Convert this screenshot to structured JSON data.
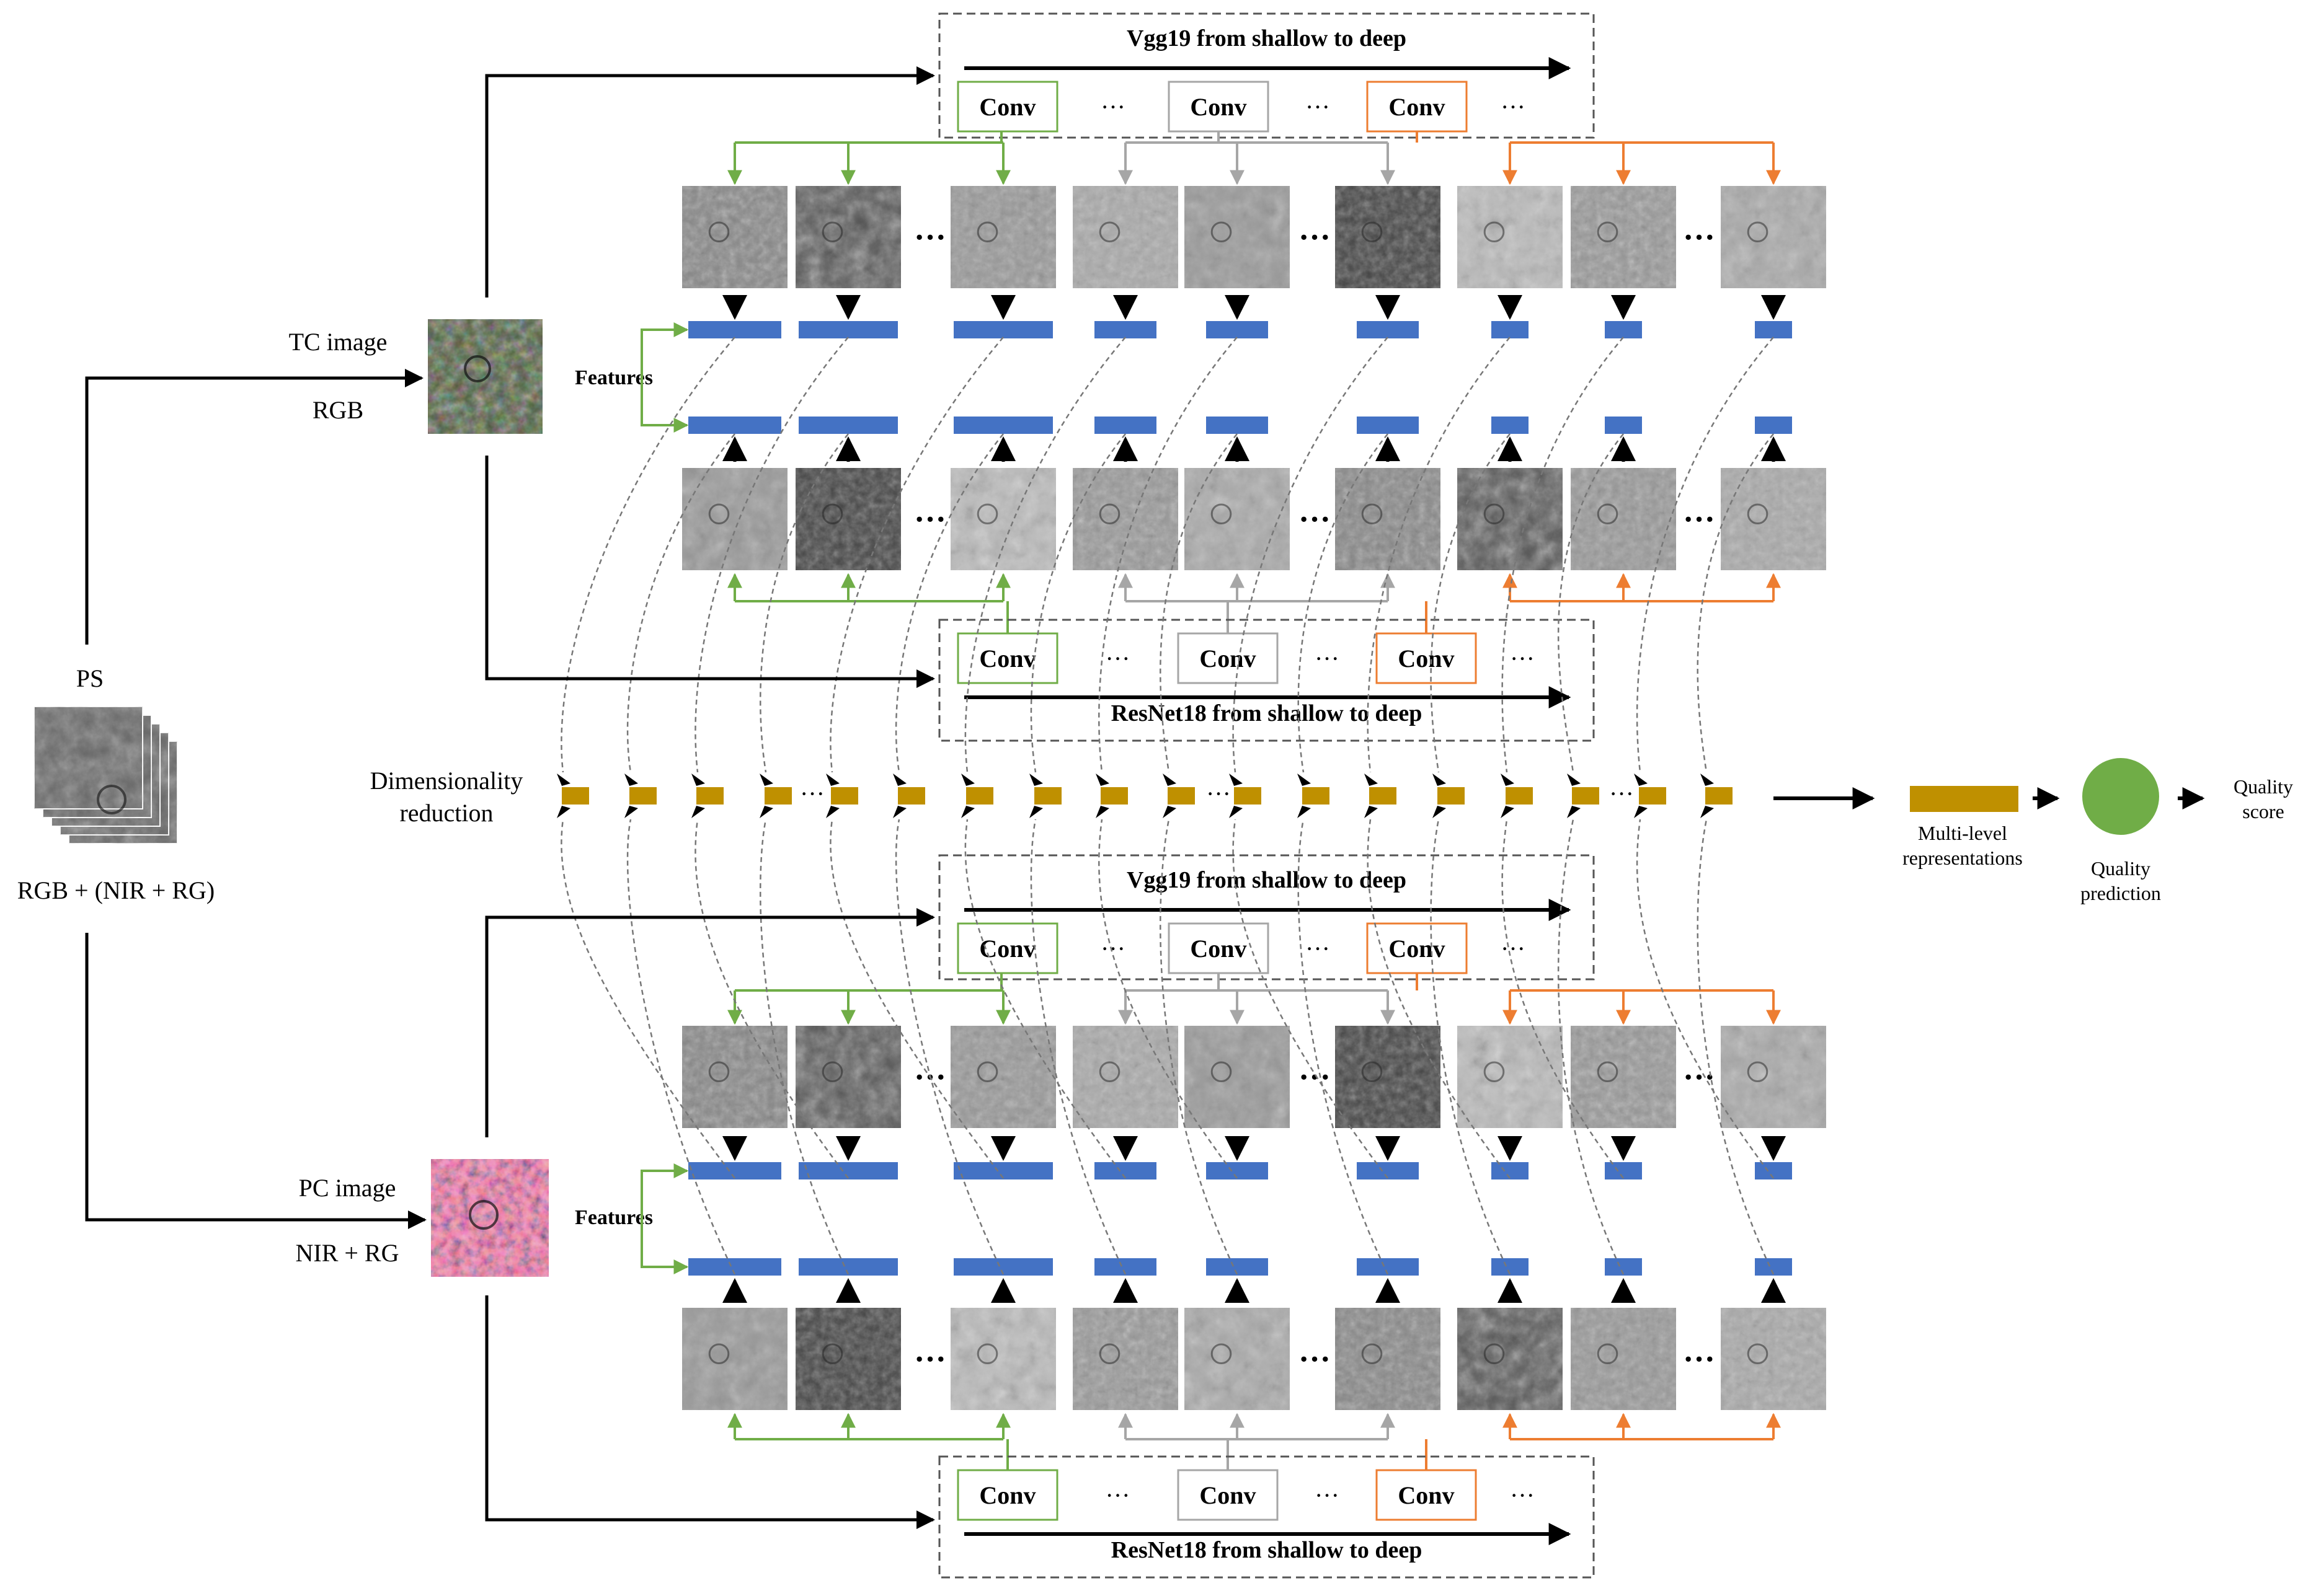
{
  "labels": {
    "ps": "PS",
    "ps_bands": "RGB + (NIR + RG)",
    "tc_image": "TC image",
    "tc_bands": "RGB",
    "pc_image": "PC image",
    "pc_bands": "NIR + RG",
    "features": "Features",
    "dim_reduction_line1": "Dimensionality",
    "dim_reduction_line2": "reduction",
    "multi_level_line1": "Multi-level",
    "multi_level_line2": "representations",
    "quality_pred_line1": "Quality",
    "quality_pred_line2": "prediction",
    "quality_score_line1": "Quality",
    "quality_score_line2": "score"
  },
  "networks": {
    "vgg_title": "Vgg19 from shallow to deep",
    "resnet_title": "ResNet18 from shallow to deep",
    "conv_label": "Conv",
    "ellipsis": "···"
  },
  "colors": {
    "group1": "#70ad47",
    "group2": "#a6a6a6",
    "group3": "#ed7d31",
    "feature_bar": "#4472c4",
    "reduced_feature": "#bf9000",
    "quality_circle": "#70ad47"
  }
}
